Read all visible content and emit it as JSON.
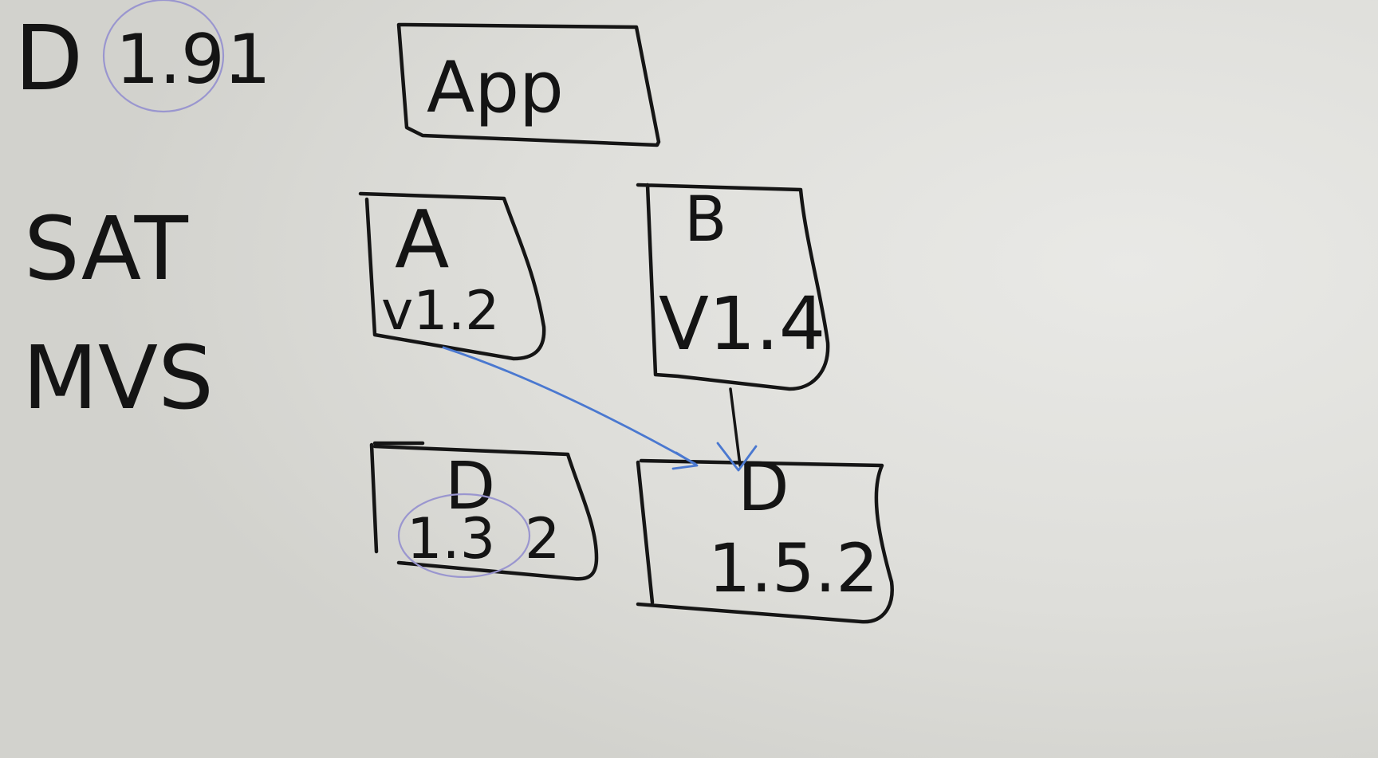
{
  "left_notes": {
    "version_letter": "D",
    "version_major_minor": "1.9.",
    "version_patch": "1",
    "line1": "SAT",
    "line2": "MVS"
  },
  "nodes": {
    "app": {
      "label": "App"
    },
    "a": {
      "name": "A",
      "version": "v1.2"
    },
    "b": {
      "name": "B",
      "version": "V1.4"
    },
    "d_left": {
      "name": "D",
      "version_circled": "1.3",
      "version_rest": "2"
    },
    "d_right": {
      "name": "D",
      "version": "1.5.2"
    }
  },
  "colors": {
    "board": "#dcdcd8",
    "ink": "#151515",
    "blue_marker": "#4a78d0",
    "purple_circle": "#9a96cf"
  }
}
